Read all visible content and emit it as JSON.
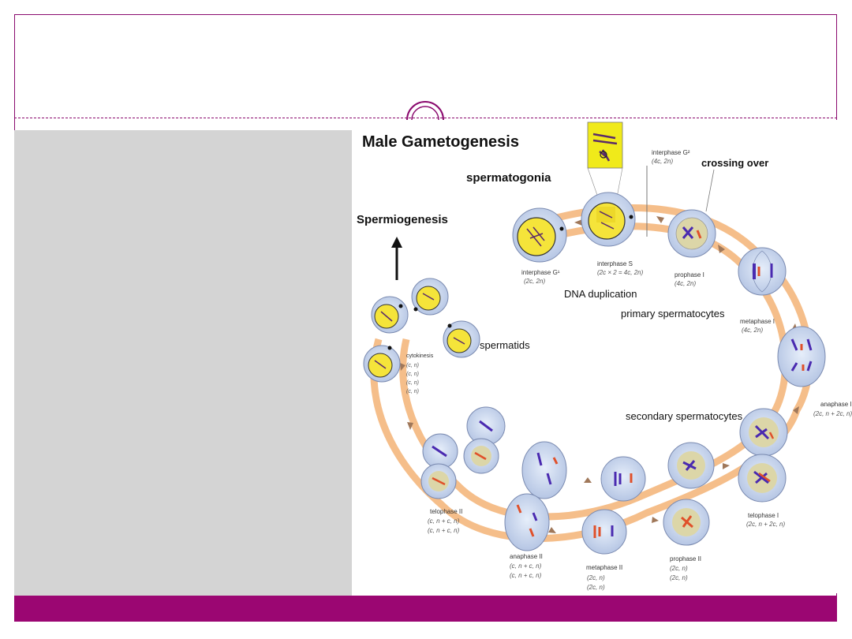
{
  "slide": {
    "title": "",
    "accent_color": "#9b0672",
    "panel_color": "#d4d4d4"
  },
  "diagram": {
    "title": "Male Gametogenesis",
    "labels": {
      "spermatogonia": "spermatogonia",
      "crossing_over": "crossing over",
      "dna_duplication": "DNA duplication",
      "primary_spermatocytes": "primary spermatocytes",
      "secondary_spermatocytes": "secondary spermatocytes",
      "spermatids": "spermatids",
      "spermiogenesis": "Spermiogenesis"
    },
    "stages": {
      "interphase_g1": {
        "name": "interphase G¹",
        "formula": "(2c, 2n)"
      },
      "interphase_s": {
        "name": "interphase S",
        "formula": "(2c × 2 = 4c, 2n)"
      },
      "interphase_g2": {
        "name": "interphase G²",
        "formula": "(4c, 2n)"
      },
      "prophase1": {
        "name": "prophase I",
        "formula": "(4c, 2n)"
      },
      "metaphase1": {
        "name": "metaphase I",
        "formula": "(4c, 2n)"
      },
      "anaphase1": {
        "name": "anaphase I",
        "formula": "(2c, n + 2c, n)"
      },
      "telophase1": {
        "name": "telophase I",
        "formula": "(2c, n + 2c, n)"
      },
      "prophase2": {
        "name": "prophase II",
        "formula1": "(2c, n)",
        "formula2": "(2c, n)"
      },
      "metaphase2": {
        "name": "metaphase II",
        "formula1": "(2c, n)",
        "formula2": "(2c, n)"
      },
      "anaphase2": {
        "name": "anaphase II",
        "formula1": "(c, n + c, n)",
        "formula2": "(c, n + c, n)"
      },
      "telophase2": {
        "name": "telophase II",
        "formula1": "(c, n + c, n)",
        "formula2": "(c, n + c, n)"
      },
      "cytokinesis": {
        "name": "cytokinesis",
        "formulas": [
          "(c, n)",
          "(c, n)",
          "(c, n)",
          "(c, n)"
        ]
      }
    }
  }
}
